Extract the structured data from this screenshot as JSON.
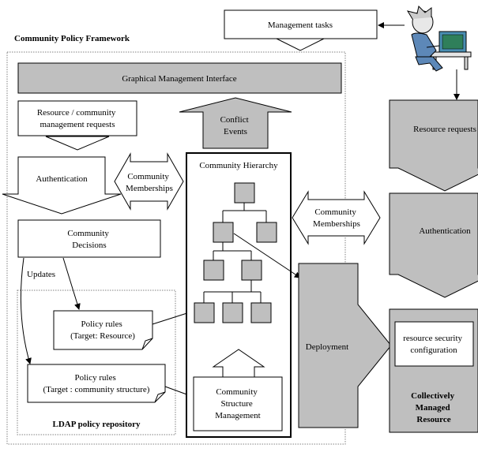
{
  "framework": {
    "title": "Community Policy Framework",
    "repository_title": "LDAP policy repository"
  },
  "boxes": {
    "management_tasks": "Management tasks",
    "gmi": "Graphical Management Interface",
    "requests": [
      "Resource / community",
      "management requests"
    ],
    "authentication_left": "Authentication",
    "community_decisions": [
      "Community",
      "Decisions"
    ],
    "updates": "Updates",
    "policy_resource": [
      "Policy rules",
      "(Target: Resource)"
    ],
    "policy_structure": [
      "Policy rules",
      "(Target : community structure)"
    ],
    "conflict_events": [
      "Conflict",
      "Events"
    ],
    "community_memberships_left": [
      "Community",
      "Memberships"
    ],
    "community_hierarchy": "Community Hierarchy",
    "structure_management": [
      "Community",
      "Structure",
      "Management"
    ],
    "community_memberships_right": [
      "Community",
      "Memberships"
    ],
    "deployment": "Deployment",
    "resource_requests": "Resource requests",
    "authentication_right": "Authentication",
    "security_config": [
      "resource security",
      "configuration"
    ],
    "collectively_managed": [
      "Collectively",
      "Managed",
      "Resource"
    ]
  },
  "colors": {
    "gray_fill": "#bfbfbf",
    "white_fill": "#ffffff",
    "stroke": "#000000",
    "dotted_border": "#808080"
  },
  "icons": {
    "user": "user-at-computer-icon"
  }
}
